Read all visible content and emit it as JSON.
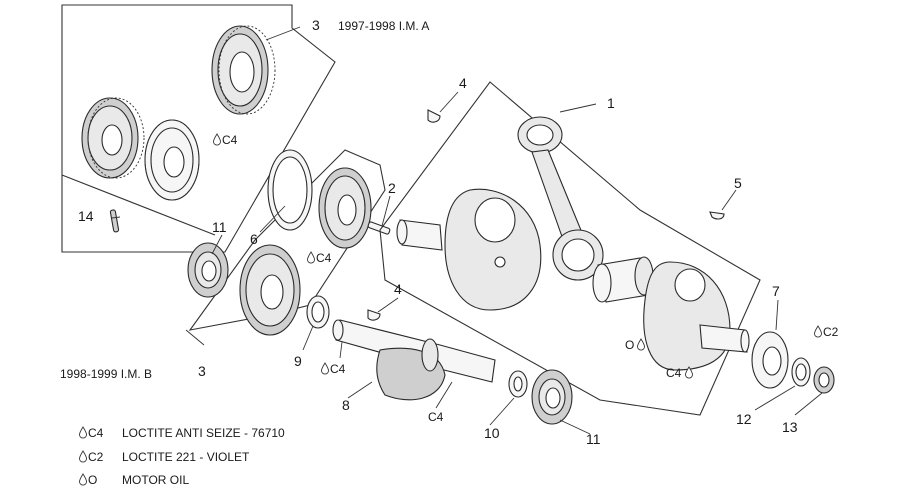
{
  "group_labels": {
    "group_a": "1997-1998 I.M. A",
    "group_b": "1998-1999 I.M. B"
  },
  "callouts": {
    "c1": "1",
    "c2": "2",
    "c3_top": "3",
    "c3_bottom": "3",
    "c4_top": "4",
    "c4_mid": "4",
    "c5": "5",
    "c6": "6",
    "c7": "7",
    "c8": "8",
    "c9": "9",
    "c10": "10",
    "c11_left": "11",
    "c11_right": "11",
    "c12": "12",
    "c13": "13",
    "c14": "14"
  },
  "compound_marks": {
    "c4_gear_a": "C4",
    "c4_gear_b": "C4",
    "c4_shaft": "C4",
    "c4_shaft_end": "C4",
    "c4_flywheel": "C4",
    "c2_nut": "C2",
    "oil_pin": "O"
  },
  "legend": [
    {
      "code": "C4",
      "text": "LOCTITE ANTI SEIZE - 76710"
    },
    {
      "code": "C2",
      "text": "LOCTITE 221 - VIOLET"
    },
    {
      "code": "O",
      "text": "MOTOR OIL"
    }
  ],
  "icons": {
    "drop": "droplet-icon"
  }
}
